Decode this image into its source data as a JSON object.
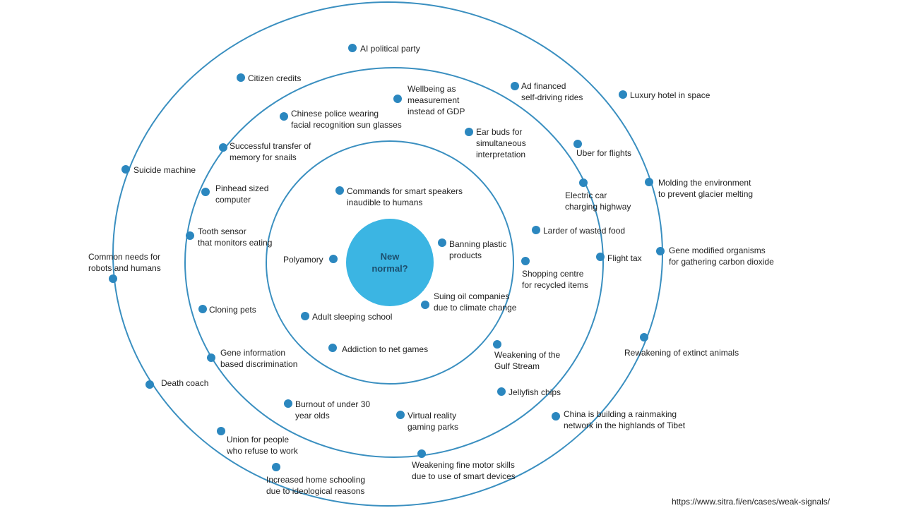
{
  "center": {
    "label_line1": "New",
    "label_line2": "normal?"
  },
  "colors": {
    "ring": "#3a8fc0",
    "dot": "#2b87bf",
    "center_fill": "#3bb5e3"
  },
  "signals": [
    {
      "lines": [
        "AI political party"
      ]
    },
    {
      "lines": [
        "Citizen credits"
      ]
    },
    {
      "lines": [
        "Ad financed",
        "self-driving rides"
      ]
    },
    {
      "lines": [
        "Luxury hotel in space"
      ]
    },
    {
      "lines": [
        "Wellbeing as",
        "measurement",
        "instead of GDP"
      ]
    },
    {
      "lines": [
        "Chinese police wearing",
        "facial recognition sun glasses"
      ]
    },
    {
      "lines": [
        "Ear buds for",
        "simultaneous",
        "interpretation"
      ]
    },
    {
      "lines": [
        "Successful transfer of",
        "memory for snails"
      ]
    },
    {
      "lines": [
        "Uber for flights"
      ]
    },
    {
      "lines": [
        "Suicide machine"
      ]
    },
    {
      "lines": [
        "Molding the environment",
        "to prevent glacier melting"
      ]
    },
    {
      "lines": [
        "Electric car",
        "charging highway"
      ]
    },
    {
      "lines": [
        "Pinhead sized",
        "computer"
      ]
    },
    {
      "lines": [
        "Commands for smart speakers",
        "inaudible to humans"
      ]
    },
    {
      "lines": [
        "Tooth sensor",
        "that monitors eating"
      ]
    },
    {
      "lines": [
        "Larder of wasted food"
      ]
    },
    {
      "lines": [
        "Banning plastic",
        "products"
      ]
    },
    {
      "lines": [
        "Common needs for",
        "robots and humans"
      ]
    },
    {
      "lines": [
        "Polyamory"
      ]
    },
    {
      "lines": [
        "Flight tax"
      ]
    },
    {
      "lines": [
        "Gene modified organisms",
        "for gathering carbon dioxide"
      ]
    },
    {
      "lines": [
        "Shopping centre",
        "for recycled items"
      ]
    },
    {
      "lines": [
        "Suing oil companies",
        "due to climate change"
      ]
    },
    {
      "lines": [
        "Cloning pets"
      ]
    },
    {
      "lines": [
        "Adult sleeping school"
      ]
    },
    {
      "lines": [
        "Addiction to net games"
      ]
    },
    {
      "lines": [
        "Weakening of the",
        "Gulf Stream"
      ]
    },
    {
      "lines": [
        "Rewakening of extinct animals"
      ]
    },
    {
      "lines": [
        "Gene information",
        "based discrimination"
      ]
    },
    {
      "lines": [
        "Death coach"
      ]
    },
    {
      "lines": [
        "Jellyfish chips"
      ]
    },
    {
      "lines": [
        "Burnout of under 30",
        "year olds"
      ]
    },
    {
      "lines": [
        "Virtual reality",
        "gaming parks"
      ]
    },
    {
      "lines": [
        "China is building a rainmaking",
        "network in the highlands of Tibet"
      ]
    },
    {
      "lines": [
        "Union for people",
        "who refuse to work"
      ]
    },
    {
      "lines": [
        "Weakening fine motor skills",
        "due to use of smart devices"
      ]
    },
    {
      "lines": [
        "Increased home schooling",
        "due to ideological reasons"
      ]
    }
  ],
  "source_url": "https://www.sitra.fi/en/cases/weak-signals/"
}
